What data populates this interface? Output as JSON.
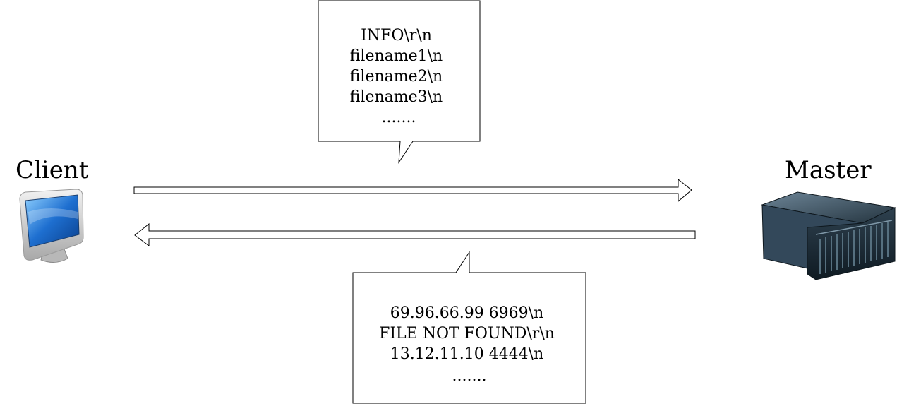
{
  "client": {
    "label": "Client",
    "icon": "desktop-computer-icon"
  },
  "master": {
    "label": "Master",
    "icon": "rack-server-icon"
  },
  "request_message": {
    "lines": [
      "INFO\\r\\n",
      "filename1\\n",
      "filename2\\n",
      "filename3\\n",
      "......."
    ]
  },
  "response_message": {
    "lines": [
      "69.96.66.99 6969\\n",
      "FILE NOT FOUND\\r\\n",
      "13.12.11.10 4444\\n",
      "......."
    ]
  },
  "colors": {
    "stroke": "#000000",
    "background": "#ffffff",
    "screen_blue": "#1e6fd0",
    "server_dark": "#1c2a36"
  }
}
